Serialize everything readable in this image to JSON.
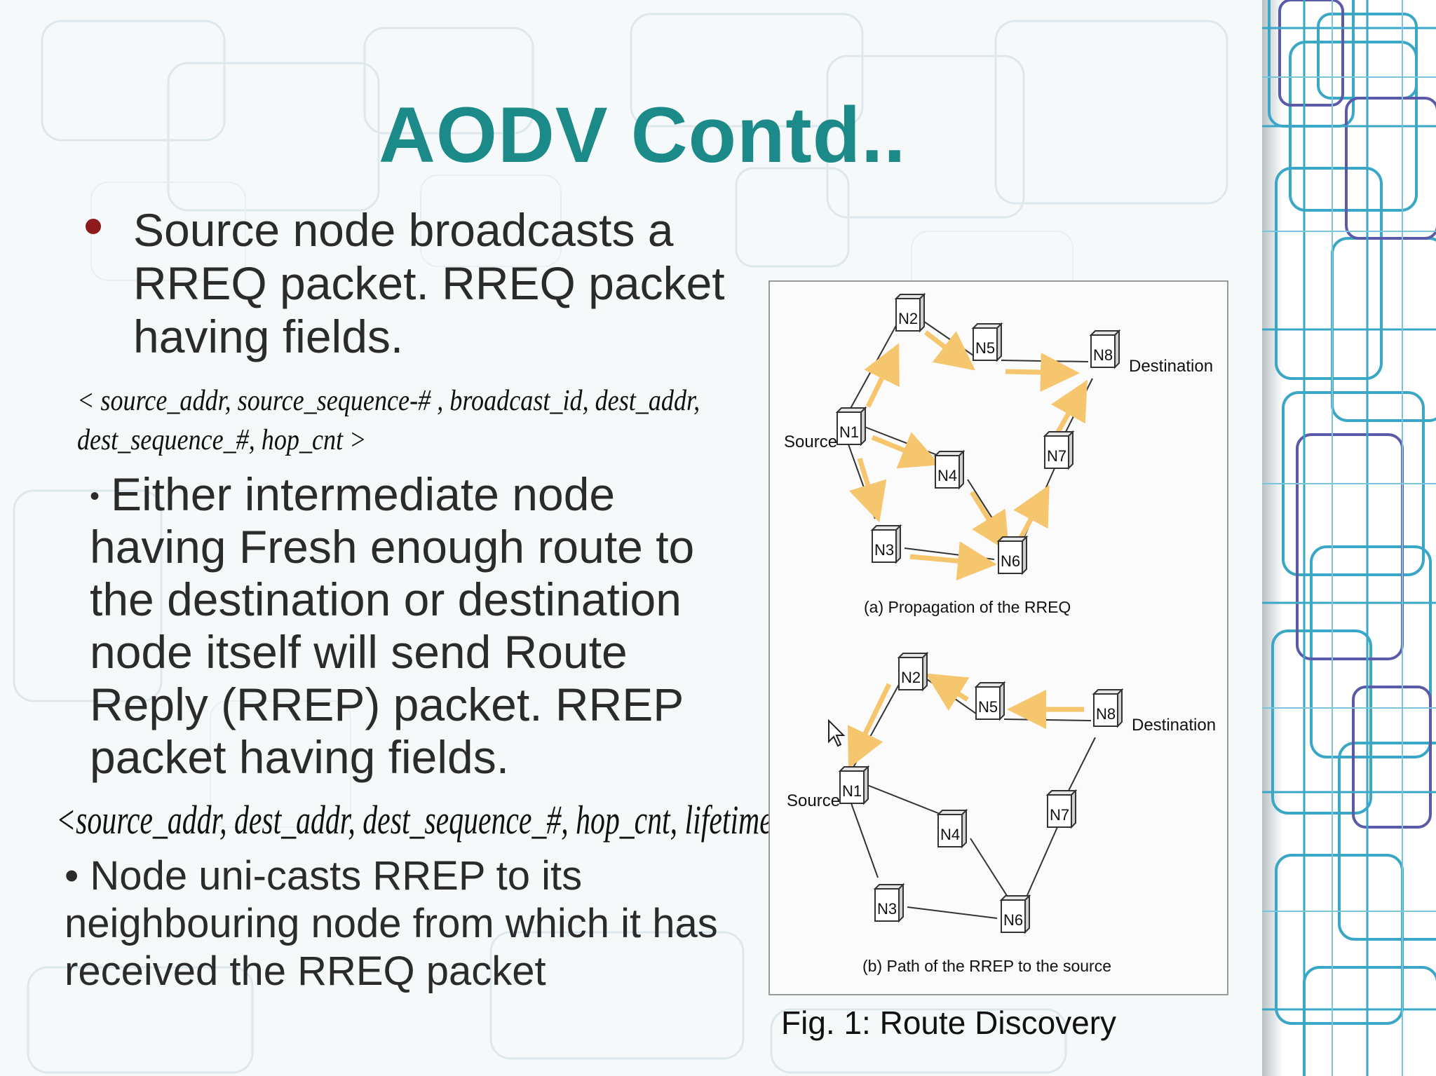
{
  "slide": {
    "title": "AODV Contd..",
    "bullet1": "Source node broadcasts a RREQ packet. RREQ packet having fields.",
    "rreq_fields_line1": "<  source_addr,   source_sequence-#   ,   broadcast_id,   dest_addr,",
    "rreq_fields_line2": "dest_sequence_#, hop_cnt >",
    "bullet2": "Either intermediate node having Fresh enough route to the destination or destination node itself will send Route Reply (RREP) packet. RREP packet having fields.",
    "rrep_fields": "<source_addr, dest_addr, dest_sequence_#, hop_cnt, lifetime>",
    "bullet3": "• Node uni-casts RREP to its neighbouring node from which it has received the RREQ packet",
    "figure_caption": "Fig. 1: Route Discovery"
  },
  "figure": {
    "label_source": "Source",
    "label_destination": "Destination",
    "caption_a": "(a) Propagation of the RREQ",
    "caption_b": "(b) Path of the RREP to the source",
    "nodes": [
      "N1",
      "N2",
      "N3",
      "N4",
      "N5",
      "N6",
      "N7",
      "N8"
    ]
  },
  "colors": {
    "title": "#1b8a88",
    "bullet": "#8e1b1b",
    "arrow": "#f6c66e",
    "deco_teal": "#3aa7c7",
    "deco_purple": "#5a5aa8"
  }
}
